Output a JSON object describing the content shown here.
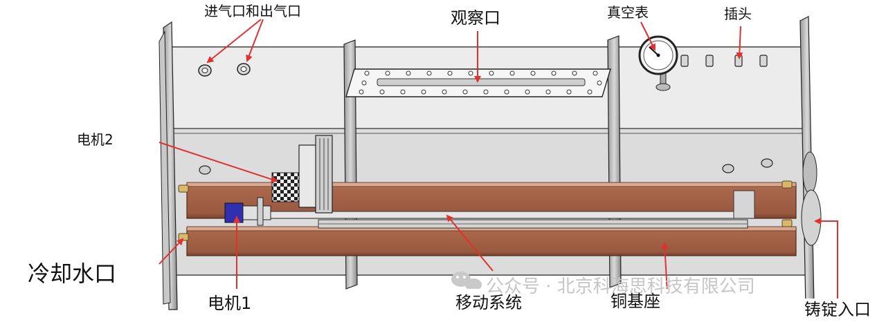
{
  "labels": {
    "inlet_outlet": "进气口和出气口",
    "window": "观察口",
    "vacuum_gauge": "真空表",
    "plug": "插头",
    "motor2": "电机2",
    "cooling_water": "冷却水口",
    "motor1": "电机1",
    "moving_system": "移动系统",
    "copper_base": "铜基座",
    "ingot_entry": "铸锭入口"
  },
  "watermark": {
    "text": "公众号 · 北京科海思科技有限公司",
    "icon": "wechat-icon"
  },
  "colors": {
    "annotation_arrow": "#e0312f",
    "copper": "#a8664a",
    "frame_line": "#222222",
    "glass": "#e6e6e6"
  }
}
